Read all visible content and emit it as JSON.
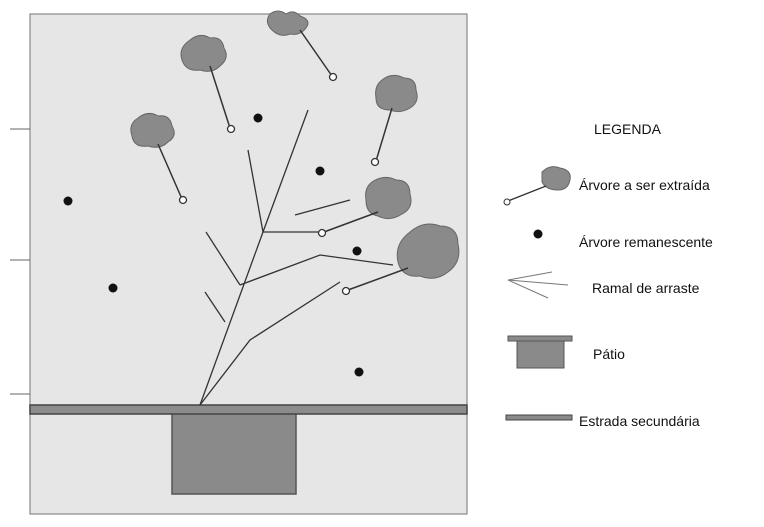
{
  "legend": {
    "title": "LEGENDA",
    "items": [
      {
        "key": "tree-to-extract",
        "label": "Árvore a ser extraída",
        "icon": "felled-tree-icon"
      },
      {
        "key": "remaining-tree",
        "label": "Árvore remanescente",
        "icon": "dot-icon"
      },
      {
        "key": "skid-trail",
        "label": "Ramal de arraste",
        "icon": "branching-lines-icon"
      },
      {
        "key": "landing",
        "label": "Pátio",
        "icon": "landing-icon"
      },
      {
        "key": "secondary-road",
        "label": "Estrada secundária",
        "icon": "road-icon"
      }
    ]
  },
  "colors": {
    "area_fill": "#e6e6e6",
    "tree_fill": "#8a8a8a",
    "road": "#555555",
    "ink": "#111111"
  }
}
